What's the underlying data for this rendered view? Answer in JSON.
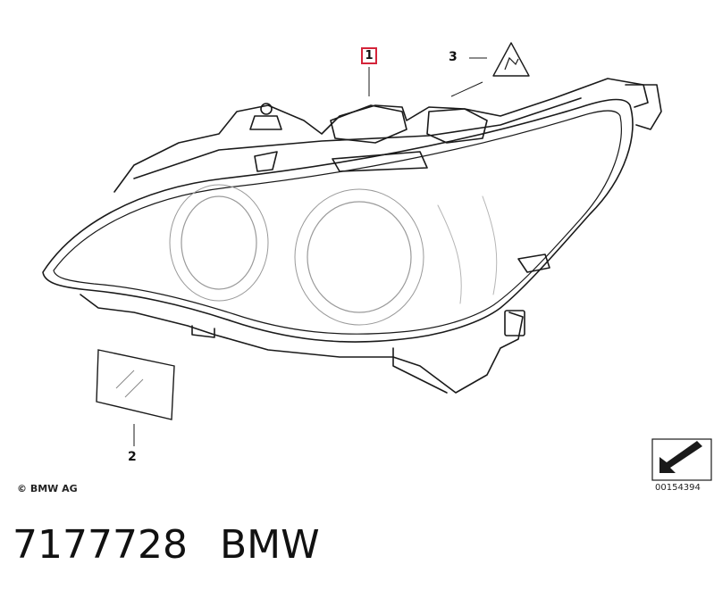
{
  "callouts": {
    "item_1": "1",
    "item_2": "2",
    "item_3": "3"
  },
  "copyright": "© BMW AG",
  "diagram_number": "00154394",
  "part_number": "7177728",
  "brand": "BMW",
  "colors": {
    "highlight_box": "#d4243a",
    "line_art": "#1a1a1a"
  },
  "icons": {
    "warning_label": "warning-triangle-icon",
    "navigation": "arrow-nav-icon"
  }
}
